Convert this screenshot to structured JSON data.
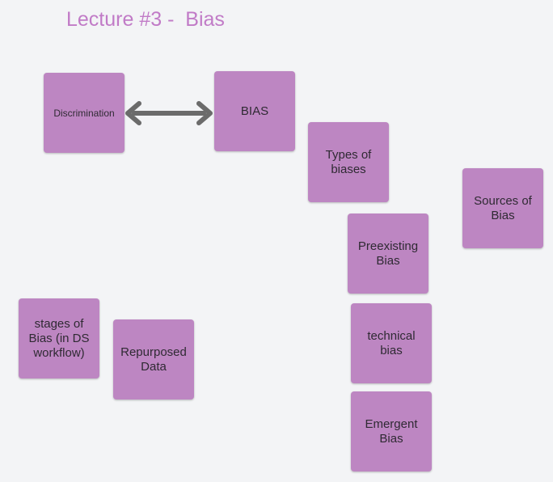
{
  "title": "Lecture #3 -  Bias",
  "colors": {
    "title": "#c17bc7",
    "note": "#bd86c2",
    "arrow": "#6b6b6b",
    "background": "#f3f4f6"
  },
  "notes": {
    "discrimination": "Discrimination",
    "bias": "BIAS",
    "types_of_biases": "Types of\nbiases",
    "sources_of_bias": "Sources of\nBias",
    "preexisting_bias": "Preexisting\nBias",
    "technical_bias": "technical\nbias",
    "emergent_bias": "Emergent\nBias",
    "stages_of_bias": "stages of\nBias (in DS\nworkflow)",
    "repurposed_data": "Repurposed\nData"
  },
  "connector": {
    "type": "double-headed-arrow",
    "icon": "double-arrow-icon"
  }
}
